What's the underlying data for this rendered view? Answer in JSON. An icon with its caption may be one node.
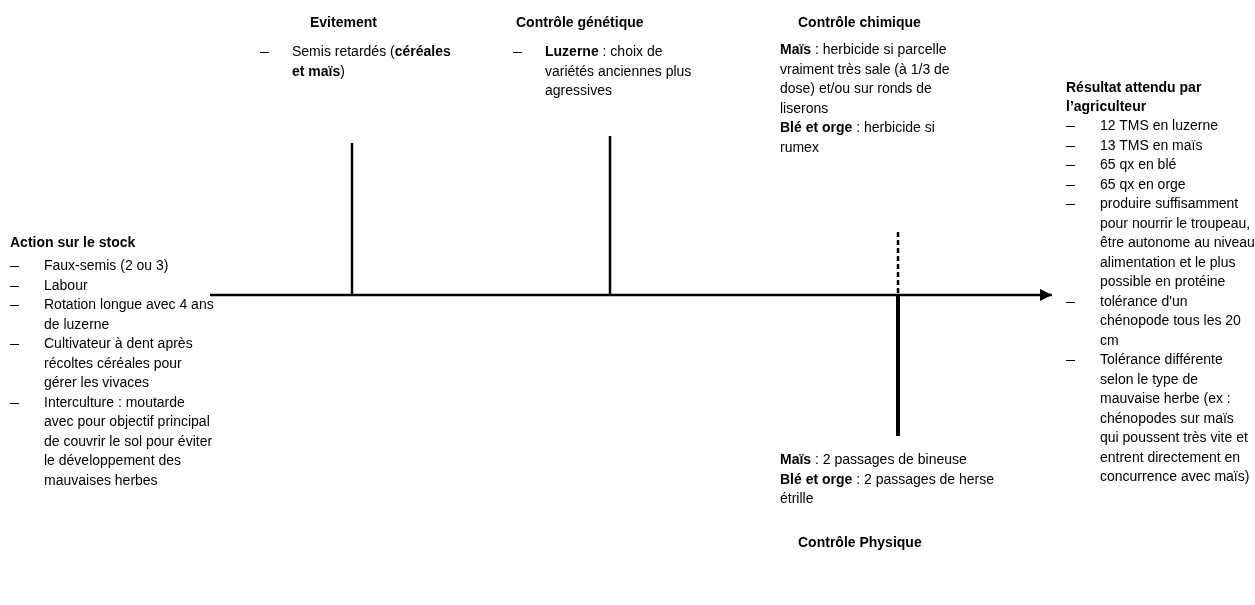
{
  "diagram": {
    "nodes": [
      {
        "text": [
          "Action sur le stock",
          "Faux-semis (2 ou 3)",
          "Labour",
          "Rotation longue avec 4 ans de luzerne",
          "Cultivateur à dent après récoltes céréales pour gérer les vivaces",
          "Interculture : moutarde avec pour objectif principal de couvrir le sol pour éviter le développement des mauvaises herbes"
        ]
      },
      {
        "text": [
          "Evitement",
          "Semis retardés (**céréales et maïs**)"
        ]
      },
      {
        "text": [
          "Contrôle génétique",
          "**Luzerne** : choix de variétés anciennes plus agressives"
        ]
      },
      {
        "text": [
          "Contrôle chimique",
          "**Maïs** : herbicide si parcelle vraiment très sale (à 1/3 de dose) et/ou sur ronds de liserons",
          "**Blé et orge** : herbicide si rumex"
        ]
      },
      {
        "text": [
          "**Maïs** : 2 passages de bineuse",
          "**Blé et orge** : 2 passages de herse étrille",
          "Contrôle Physique"
        ]
      },
      {
        "text": [
          "Résultat attendu par l’agriculteur",
          "12 TMS en luzerne",
          "13 TMS en maïs",
          "65 qx en blé",
          "65 qx en orge",
          "produire suffisamment pour nourrir le troupeau, être autonome au niveau alimentation et le plus possible en protéine",
          "tolérance d'un chénopode tous les 20 cm",
          "Tolérance différente selon le type de mauvaise herbe (ex : chénopodes sur maïs qui poussent très vite et entrent directement en concurrence avec maïs)"
        ]
      }
    ],
    "edges": [
      {
        "from": 0,
        "to": 5,
        "arrow": "to"
      }
    ]
  }
}
